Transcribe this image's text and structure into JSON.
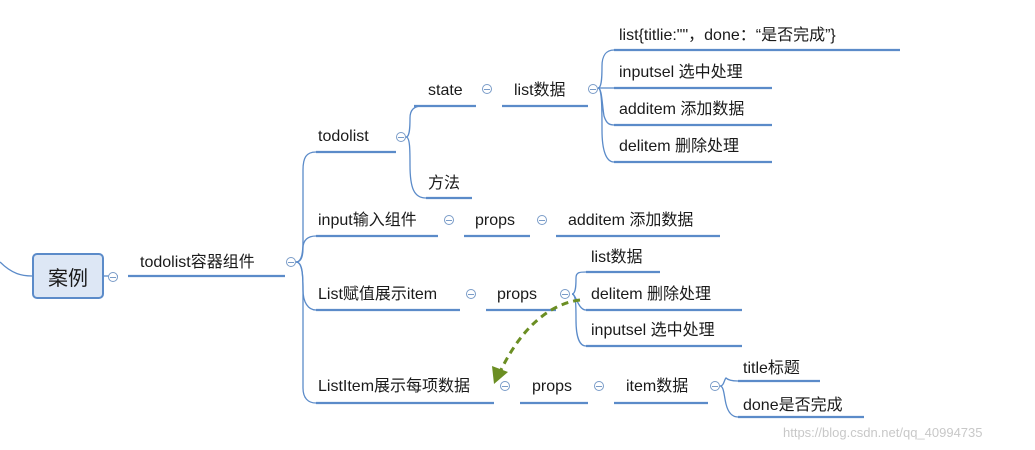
{
  "root": "案例",
  "container": "todolist容器组件",
  "todolist": {
    "label": "todolist",
    "state": "state",
    "state_list": "list数据",
    "list_items": [
      "list{titlie:\"\"，done：“是否完成”}",
      "inputsel  选中处理",
      "additem 添加数据",
      "delitem  删除处理"
    ],
    "method": "方法"
  },
  "input_component": {
    "label": "input输入组件",
    "props": "props",
    "additem": "additem 添加数据"
  },
  "list_component": {
    "label": "List赋值展示item",
    "props": "props",
    "items": [
      "list数据",
      "delitem  删除处理",
      "inputsel  选中处理"
    ]
  },
  "listitem_component": {
    "label": "ListItem展示每项数据",
    "props": "props",
    "item_data": "item数据",
    "fields": [
      "title标题",
      "done是否完成"
    ]
  },
  "watermark": "https://blog.csdn.net/qq_40994735",
  "colors": {
    "branch": "#5b8bc9",
    "root_fill": "#dde7f5",
    "arrow": "#6b8e23"
  }
}
